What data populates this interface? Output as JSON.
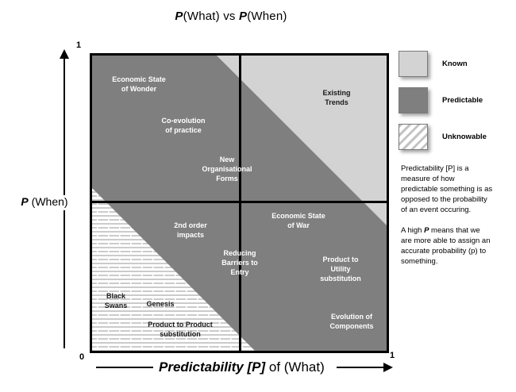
{
  "title": {
    "p1": "P",
    "mid": "(What) vs ",
    "p2": "P",
    "end": "(When)"
  },
  "axes": {
    "y": {
      "p": "P",
      "rest": " (When)",
      "max": "1",
      "min": "0"
    },
    "x": {
      "bold": "Predictability [P]",
      "rest": " of (What)",
      "max": "1"
    }
  },
  "regions": {
    "wonder": "Economic State\nof Wonder",
    "coevolution": "Co-evolution\nof practice",
    "new_org": "New\nOrganisational\nForms",
    "existing_trends": "Existing Trends",
    "second_order": "2nd order\nimpacts",
    "econ_war": "Economic State\nof War",
    "reducing_barriers": "Reducing\nBarriers to\nEntry",
    "product_utility": "Product to Utility\nsubstitution",
    "black_swans": "Black\nSwans",
    "genesis": "Genesis",
    "product_product": "Product to Product\nsubstitution",
    "evolution_components": "Evolution of\nComponents"
  },
  "legend": {
    "items": [
      {
        "label": "Known"
      },
      {
        "label": "Predictable"
      },
      {
        "label": "Unknowable"
      }
    ]
  },
  "note": {
    "para1": "Predictability [P] is a measure of how predictable something is as opposed to the probability of an event occuring.",
    "para2_pre": "A high ",
    "para2_p": "P",
    "para2_post": " means that we are more able to assign an accurate probability (p) to something."
  },
  "colors": {
    "predictable_dark": "#7f7f7f",
    "known_light": "#d3d3d3",
    "hatch_line": "#c3c3c3",
    "line_black": "#000000"
  }
}
